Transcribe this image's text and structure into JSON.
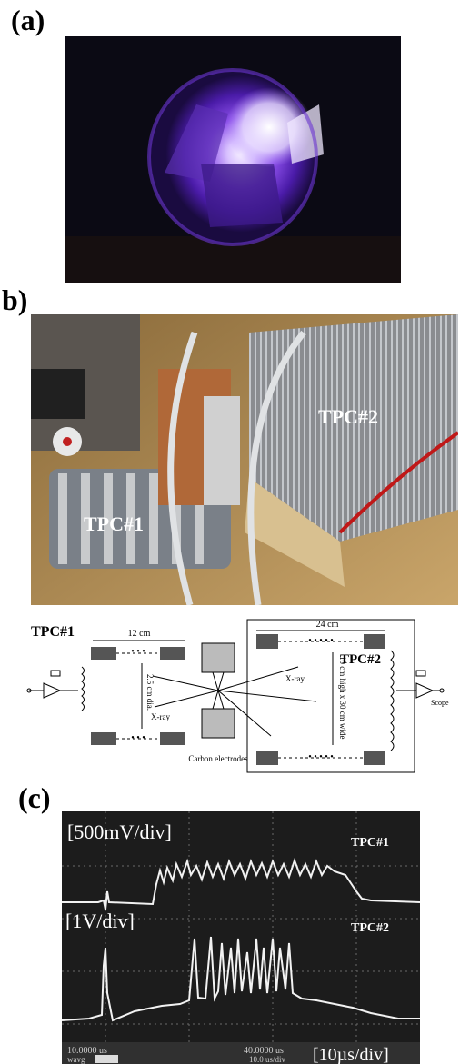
{
  "panels": {
    "a": {
      "label": "(a)"
    },
    "b": {
      "label": "b)",
      "photo": {
        "tpc1": "TPC#1",
        "tpc2": "TPC#2"
      },
      "schematic": {
        "tpc1": "TPC#1",
        "tpc2": "TPC#2",
        "dim_12cm": "12 cm",
        "dim_24cm": "24 cm",
        "dim_2_5cm": "2.5 cm dia.",
        "dim_10x30": "10 cm high x 30 cm wide",
        "xray_left": "X-ray",
        "xray_right": "X-ray",
        "carbon": "Carbon electrodes",
        "scope": "Scope"
      }
    },
    "c": {
      "label": "(c)",
      "scale_top": "[500mV/div]",
      "scale_mid": "[1V/div]",
      "scale_time": "[10µs/div]",
      "trace1": "TPC#1",
      "trace2": "TPC#2",
      "readout_left_1": "10.0000 us",
      "readout_left_2": "wavg",
      "readout_mid_1": "40.0000 us",
      "readout_mid_2": "10.0 us/div"
    }
  }
}
